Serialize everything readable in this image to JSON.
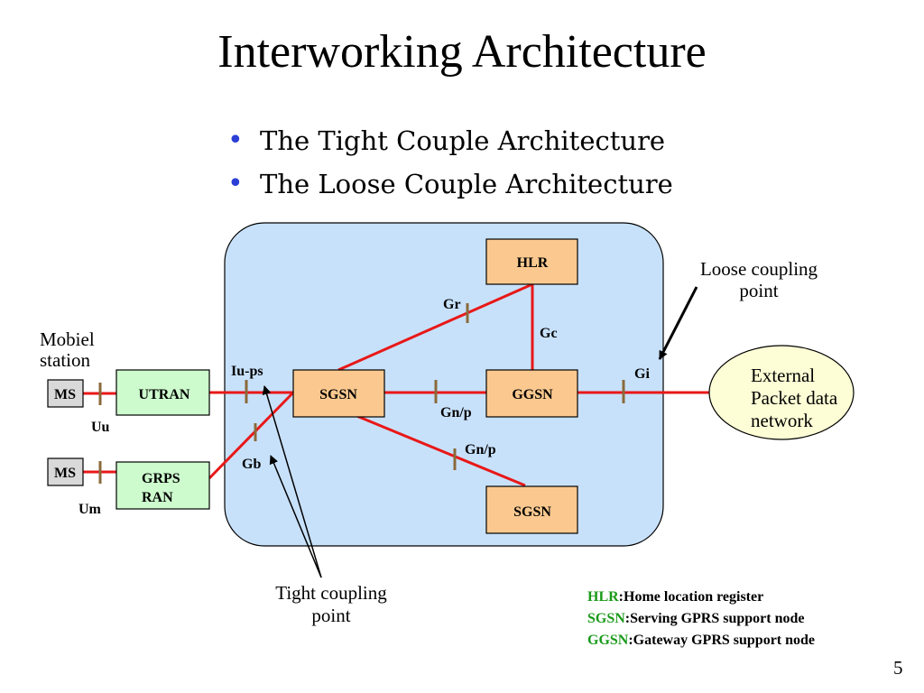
{
  "slide": {
    "title": "Interworking Architecture",
    "bullets": [
      "The Tight Couple Architecture",
      "The Loose Couple Architecture"
    ],
    "page_number": "5"
  },
  "colors": {
    "link": "#e81818",
    "node_fill": "#fbc98f",
    "region_fill": "#c8e1fb",
    "cloud_fill": "#fefed6",
    "bullet": "#2b3fd6",
    "abbr": "#1a9a1a"
  },
  "nodes": {
    "hlr": "HLR",
    "sgsn_main": "SGSN",
    "ggsn": "GGSN",
    "sgsn_bottom": "SGSN",
    "utran": "UTRAN",
    "grps_ran_line1": "GRPS",
    "grps_ran_line2": "RAN",
    "ms_top": "MS",
    "ms_bottom": "MS",
    "external_line1": "External",
    "external_line2": "Packet data",
    "external_line3": "network"
  },
  "interfaces": {
    "gr": "Gr",
    "gc": "Gc",
    "gi": "Gi",
    "iu_ps": "Iu-ps",
    "gn_p_1": "Gn/p",
    "gn_p_2": "Gn/p",
    "gb": "Gb",
    "uu": "Uu",
    "um": "Um"
  },
  "annotations": {
    "mobile_station_line1": "Mobiel",
    "mobile_station_line2": "station",
    "loose_line1": "Loose coupling",
    "loose_line2": "point",
    "tight_line1": "Tight coupling",
    "tight_line2": "point"
  },
  "legend": [
    {
      "abbr": "HLR",
      "desc": ":Home location register"
    },
    {
      "abbr": "SGSN",
      "desc": ":Serving GPRS support node"
    },
    {
      "abbr": "GGSN",
      "desc": ":Gateway GPRS support node"
    }
  ]
}
